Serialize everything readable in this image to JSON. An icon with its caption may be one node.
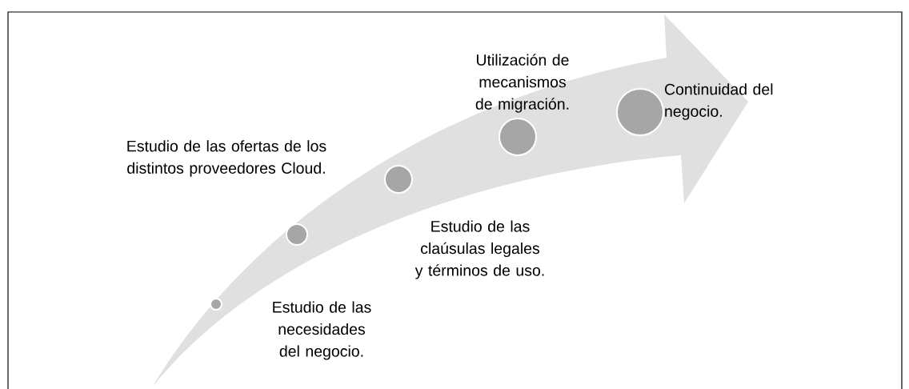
{
  "diagram": {
    "nodes": [
      {
        "text": [],
        "shape": "circle",
        "beside": [
          "Estudio de las necesidades del negocio."
        ]
      },
      {
        "text": [],
        "shape": "circle",
        "beside": [
          "Estudio de las ofertas de los distintos proveedores Cloud."
        ]
      },
      {
        "text": [],
        "shape": "circle",
        "beside": [
          "Estudio de las claúsulas legales y términos de uso."
        ]
      },
      {
        "text": [],
        "shape": "circle",
        "beside": [
          "Utilización de mecanismos de migración."
        ]
      },
      {
        "text": [],
        "shape": "circle",
        "beside": [
          "Continuidad del negocio."
        ]
      }
    ]
  }
}
